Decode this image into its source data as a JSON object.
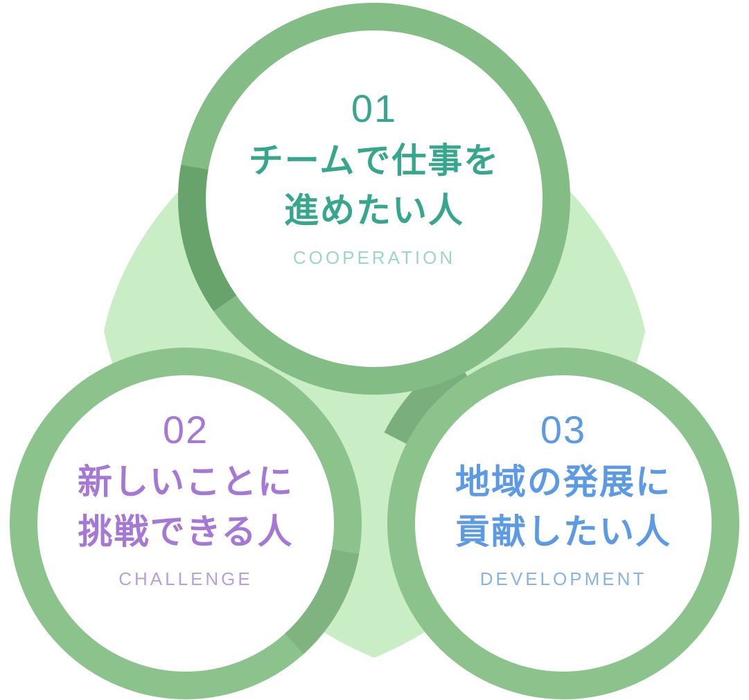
{
  "diagram": {
    "description": "three-reasons venn-style diagram with mint triangle background"
  },
  "colors": {
    "mint": "#C9EDC5",
    "ring": "#8CC38C",
    "ring-top": "#83BC84",
    "ring-shadow-dark": "#67A36B",
    "ring-shadow-bl": "#7FB380",
    "mint-shadow-br": "#7BAE7D",
    "disc": "#FFFFFF"
  },
  "circles": [
    {
      "number": "01",
      "line1": "チームで仕事を",
      "line2": "進めたい人",
      "label": "COOPERATION",
      "text_color": "#36A78D",
      "label_color": "#9FD5C4"
    },
    {
      "number": "02",
      "line1": "新しいことに",
      "line2": "挑戦できる人",
      "label": "CHALLENGE",
      "text_color": "#A678D6",
      "label_color": "#B99EE0"
    },
    {
      "number": "03",
      "line1": "地域の発展に",
      "line2": "貢献したい人",
      "label": "DEVELOPMENT",
      "text_color": "#5C9AE5",
      "label_color": "#87B3EC"
    }
  ]
}
